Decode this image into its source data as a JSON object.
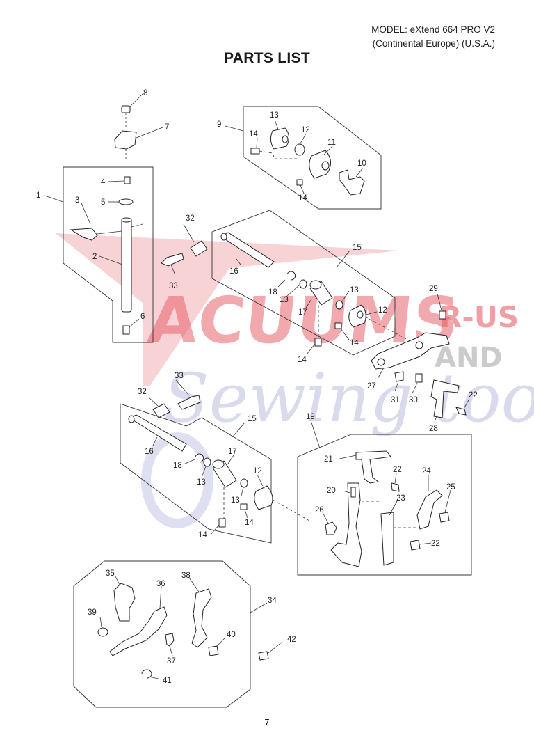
{
  "header": {
    "model_line1": "MODEL: eXtend 664 PRO V2",
    "model_line2": "(Continental Europe) (U.S.A.)"
  },
  "title": "PARTS LIST",
  "page_number": "7",
  "watermark": {
    "text_main": "ACUUMS",
    "text_rus": "R-US",
    "text_and": "AND",
    "text_script": "Sewing too",
    "red_color": "#e2454f",
    "blue_color": "#7e86c4",
    "gray_color": "#a7a7a7"
  },
  "part_labels": [
    "1",
    "2",
    "3",
    "4",
    "5",
    "6",
    "7",
    "8",
    "9",
    "10",
    "11",
    "12",
    "13",
    "14",
    "15",
    "16",
    "17",
    "18",
    "19",
    "20",
    "21",
    "22",
    "23",
    "24",
    "25",
    "26",
    "27",
    "28",
    "29",
    "30",
    "31",
    "32",
    "33",
    "34",
    "35",
    "36",
    "37",
    "38",
    "39",
    "40",
    "41",
    "42"
  ],
  "callouts": {
    "p1": "1",
    "p2": "2",
    "p3": "3",
    "p4": "4",
    "p5": "5",
    "p6": "6",
    "p7": "7",
    "p8": "8",
    "p9": "9",
    "p10": "10",
    "p11": "11",
    "p12a": "12",
    "p13a": "13",
    "p14a": "14",
    "p14b": "14",
    "p32a": "32",
    "p33a": "33",
    "p15a": "15",
    "p16a": "16",
    "p18a": "18",
    "p13b": "13",
    "p17a": "17",
    "p13c": "13",
    "p12b": "12",
    "p14c": "14",
    "p14d": "14",
    "p29": "29",
    "p27": "27",
    "p31": "31",
    "p30": "30",
    "p22a": "22",
    "p28": "28",
    "p33b": "33",
    "p32b": "32",
    "p15b": "15",
    "p16b": "16",
    "p18b": "18",
    "p13d": "13",
    "p17b": "17",
    "p12c": "12",
    "p13e": "13",
    "p14e": "14",
    "p14f": "14",
    "p19": "19",
    "p21": "21",
    "p22b": "22",
    "p20": "20",
    "p24": "24",
    "p23": "23",
    "p25": "25",
    "p26": "26",
    "p22c": "22",
    "p35": "35",
    "p36": "36",
    "p38": "38",
    "p34": "34",
    "p39": "39",
    "p40": "40",
    "p37": "37",
    "p42": "42",
    "p41": "41"
  }
}
